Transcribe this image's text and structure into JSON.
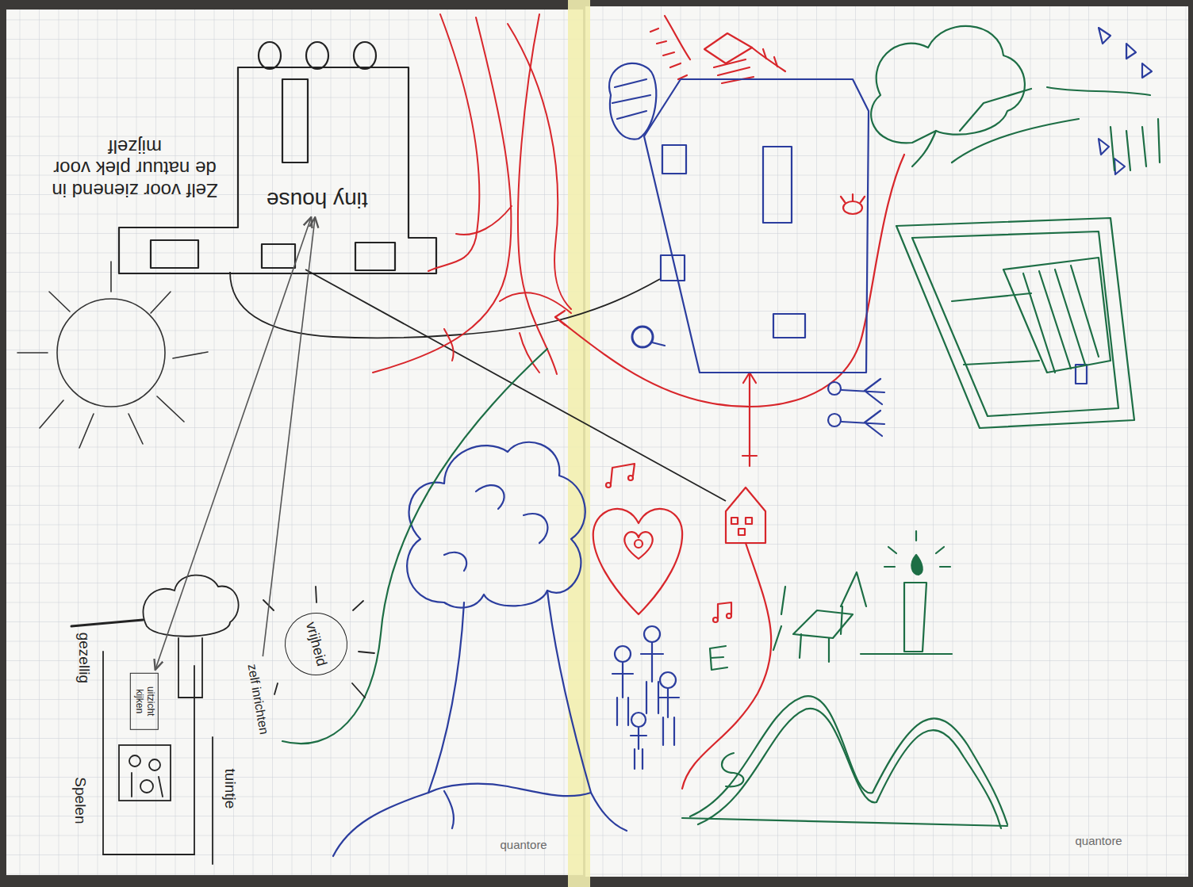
{
  "diagram": {
    "nodes": [
      {
        "text": [
          "tiny house"
        ]
      },
      {
        "text": [
          "vrijheid"
        ]
      },
      {
        "text": [
          "zelf inrichten"
        ]
      },
      {
        "text": [
          "uitzicht kijken"
        ]
      }
    ],
    "edges": [
      {
        "from": 3,
        "to": 0,
        "arrow": "both"
      },
      {
        "from": 2,
        "to": 0,
        "arrow": "to"
      }
    ],
    "labels": [
      "Zelf voor zienend in de natuur plek voor mijzelf",
      "gezellig",
      "Spelen",
      "tuintje",
      "quantore",
      "quantore"
    ]
  }
}
